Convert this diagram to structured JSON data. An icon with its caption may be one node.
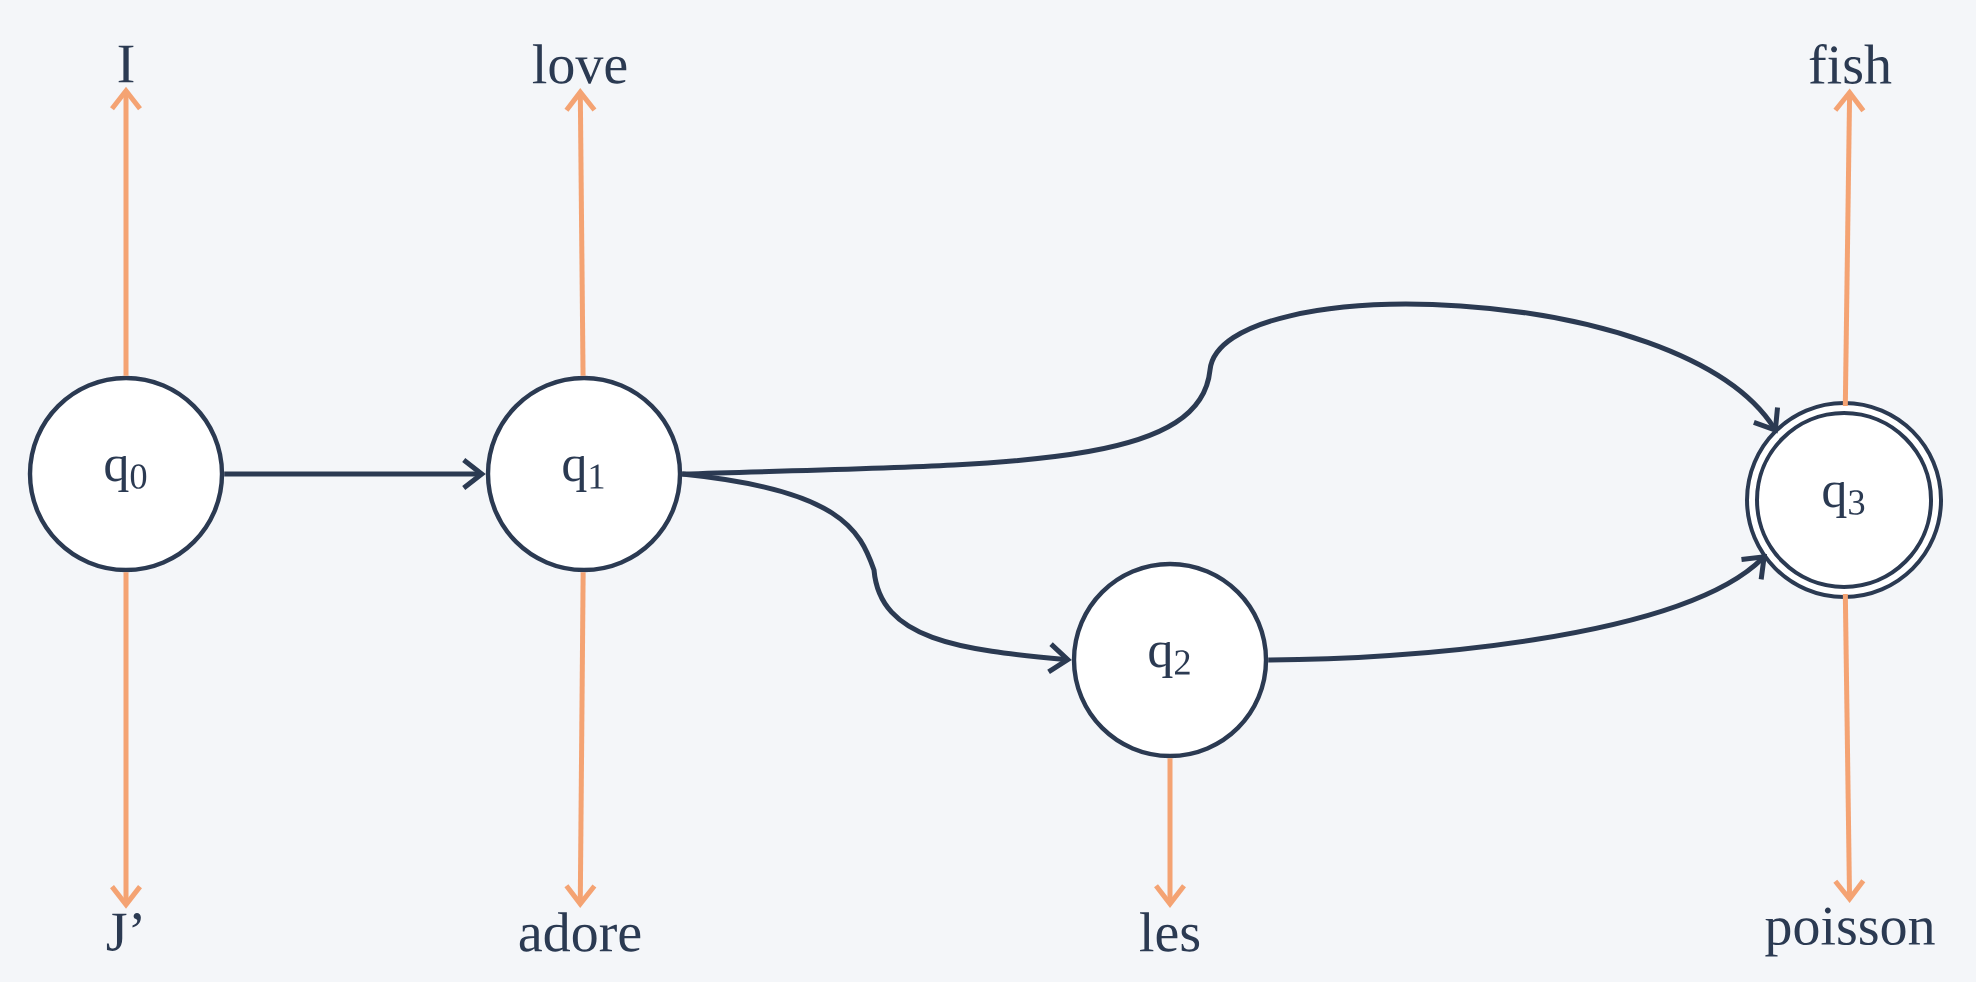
{
  "diagram": {
    "nodes": [
      {
        "text": [
          "q$_{0}$"
        ]
      },
      {
        "text": [
          "q$_{1}$"
        ]
      },
      {
        "text": [
          "q$_{2}$"
        ]
      },
      {
        "text": [
          "q$_{3}$"
        ]
      },
      {
        "text": [
          "I"
        ]
      },
      {
        "text": [
          "love"
        ]
      },
      {
        "text": [
          "fish"
        ]
      },
      {
        "text": [
          "J’"
        ]
      },
      {
        "text": [
          "adore"
        ]
      },
      {
        "text": [
          "les"
        ]
      },
      {
        "text": [
          "poisson"
        ]
      }
    ],
    "edges": [
      {
        "from": 0,
        "to": 1,
        "arrow": "to",
        "color": "#2b3a52"
      },
      {
        "from": 1,
        "to": 3,
        "arrow": "to",
        "color": "#2b3a52"
      },
      {
        "from": 1,
        "to": 2,
        "arrow": "to",
        "color": "#2b3a52"
      },
      {
        "from": 2,
        "to": 3,
        "arrow": "to",
        "color": "#2b3a52"
      },
      {
        "from": 0,
        "to": 4,
        "arrow": "to",
        "color": "#f4a373"
      },
      {
        "from": 0,
        "to": 7,
        "arrow": "to",
        "color": "#f4a373"
      },
      {
        "from": 1,
        "to": 5,
        "arrow": "to",
        "color": "#f4a373"
      },
      {
        "from": 1,
        "to": 8,
        "arrow": "to",
        "color": "#f4a373"
      },
      {
        "from": 2,
        "to": 9,
        "arrow": "to",
        "color": "#f4a373"
      },
      {
        "from": 3,
        "to": 6,
        "arrow": "to",
        "color": "#f4a373"
      },
      {
        "from": 3,
        "to": 10,
        "arrow": "to",
        "color": "#f4a373"
      }
    ]
  }
}
